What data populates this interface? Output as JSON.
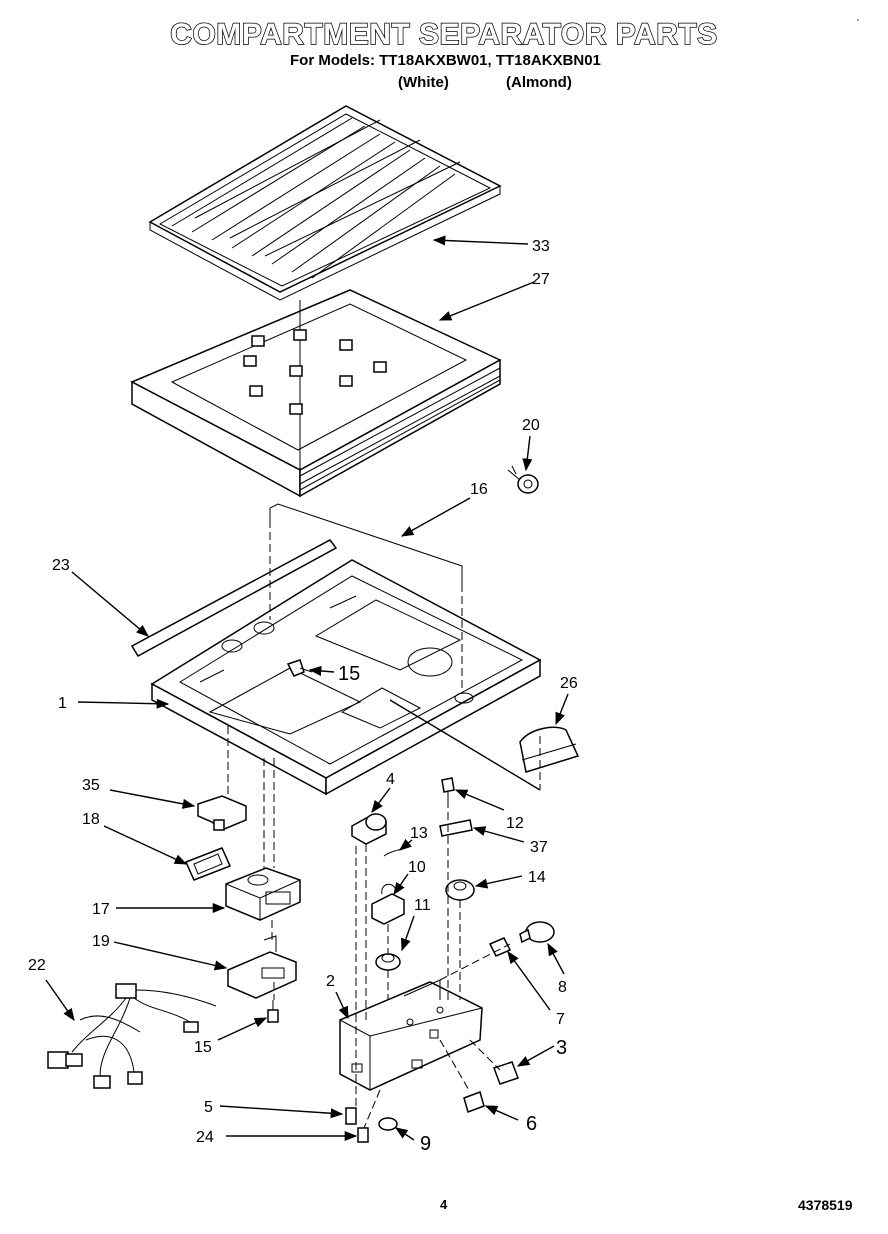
{
  "header": {
    "title": "COMPARTMENT SEPARATOR PARTS",
    "models_line": "For Models: TT18AKXBW01, TT18AKXBN01",
    "variant_white": "(White)",
    "variant_almond": "(Almond)",
    "corner_mark": "·"
  },
  "footer": {
    "page_number": "4",
    "document_number": "4378519"
  },
  "callouts": {
    "c33": "33",
    "c27": "27",
    "c20": "20",
    "c16": "16",
    "c23": "23",
    "c15a": "15",
    "c1": "1",
    "c26": "26",
    "c35": "35",
    "c4": "4",
    "c12": "12",
    "c18": "18",
    "c13": "13",
    "c37": "37",
    "c10": "10",
    "c14": "14",
    "c17": "17",
    "c11": "11",
    "c19": "19",
    "c8": "8",
    "c22": "22",
    "c2": "2",
    "c7": "7",
    "c15b": "15",
    "c3": "3",
    "c5": "5",
    "c6": "6",
    "c24": "24",
    "c9": "9"
  }
}
